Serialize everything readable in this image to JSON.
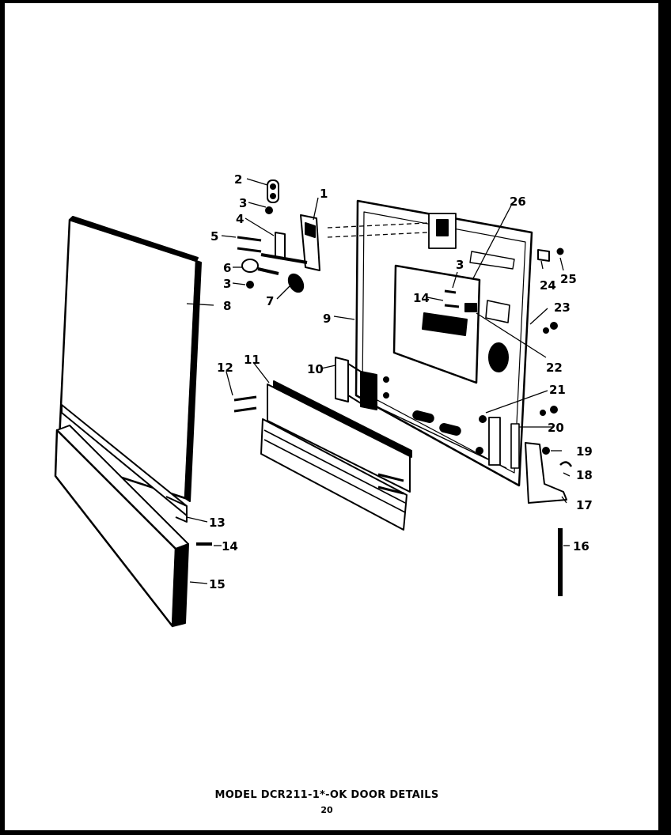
{
  "diagram": {
    "title": "MODEL DCR211-1*-OK DOOR DETAILS",
    "page_number": "20",
    "part_callouts": [
      "1",
      "2",
      "3",
      "3",
      "3",
      "4",
      "5",
      "6",
      "7",
      "8",
      "9",
      "10",
      "11",
      "12",
      "13",
      "14",
      "14",
      "15",
      "16",
      "17",
      "18",
      "19",
      "20",
      "21",
      "22",
      "23",
      "24",
      "25",
      "26"
    ]
  }
}
